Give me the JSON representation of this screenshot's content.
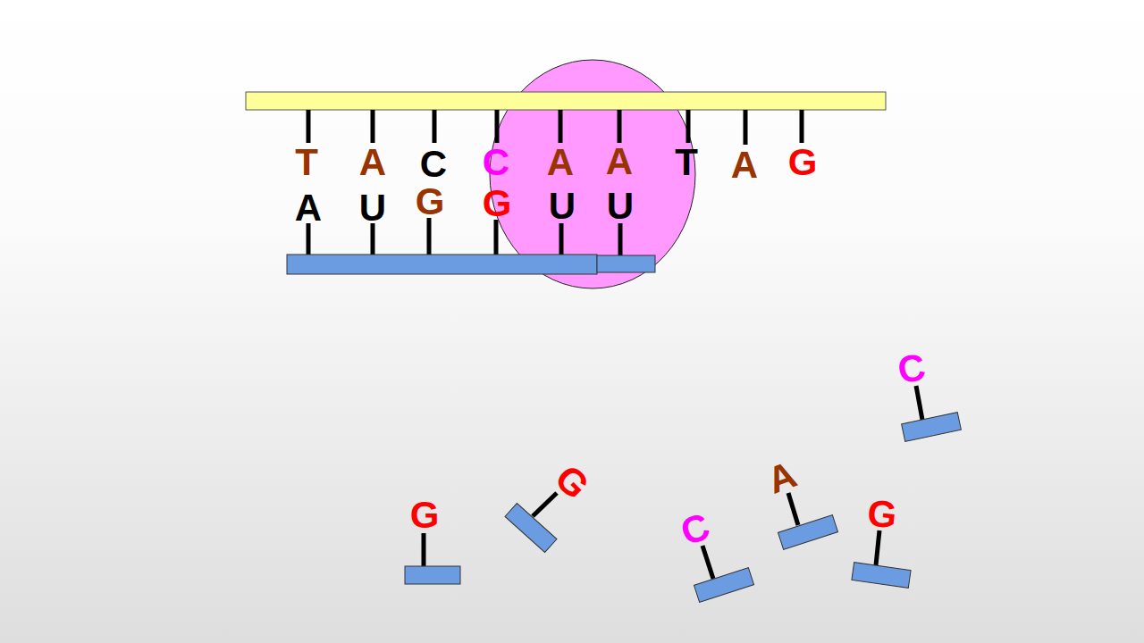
{
  "diagram": {
    "labels": [
      "T",
      "A",
      "C",
      "C",
      "A",
      "A",
      "T",
      "A",
      "G",
      "A",
      "U",
      "G",
      "G",
      "U",
      "U",
      "C",
      "A",
      "G",
      "G",
      "G",
      "C"
    ]
  }
}
